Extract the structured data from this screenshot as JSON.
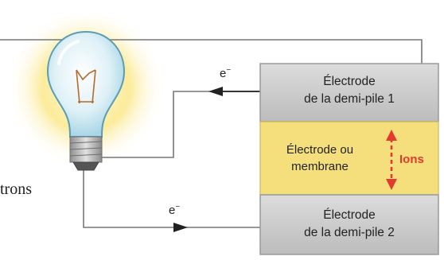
{
  "cell": {
    "top_label_line1": "Électrode",
    "top_label_line2": "de la demi-pile 1",
    "middle_label_line1": "Électrode ou",
    "middle_label_line2": "membrane",
    "bottom_label_line1": "Électrode",
    "bottom_label_line2": "de la demi-pile 2",
    "ions_label": "Ions"
  },
  "flow": {
    "top_electron": "e",
    "bottom_electron": "e",
    "electron_superscript": "−"
  },
  "side_text": "trons",
  "colors": {
    "electrode_gray": "#c9c9c9",
    "membrane_yellow": "#f4df7c",
    "wire": "#777777",
    "arrow": "#222222",
    "ions_red": "#e23a2c",
    "glow": "#fbe88a"
  },
  "icons": {
    "bulb": "light-bulb-icon"
  }
}
